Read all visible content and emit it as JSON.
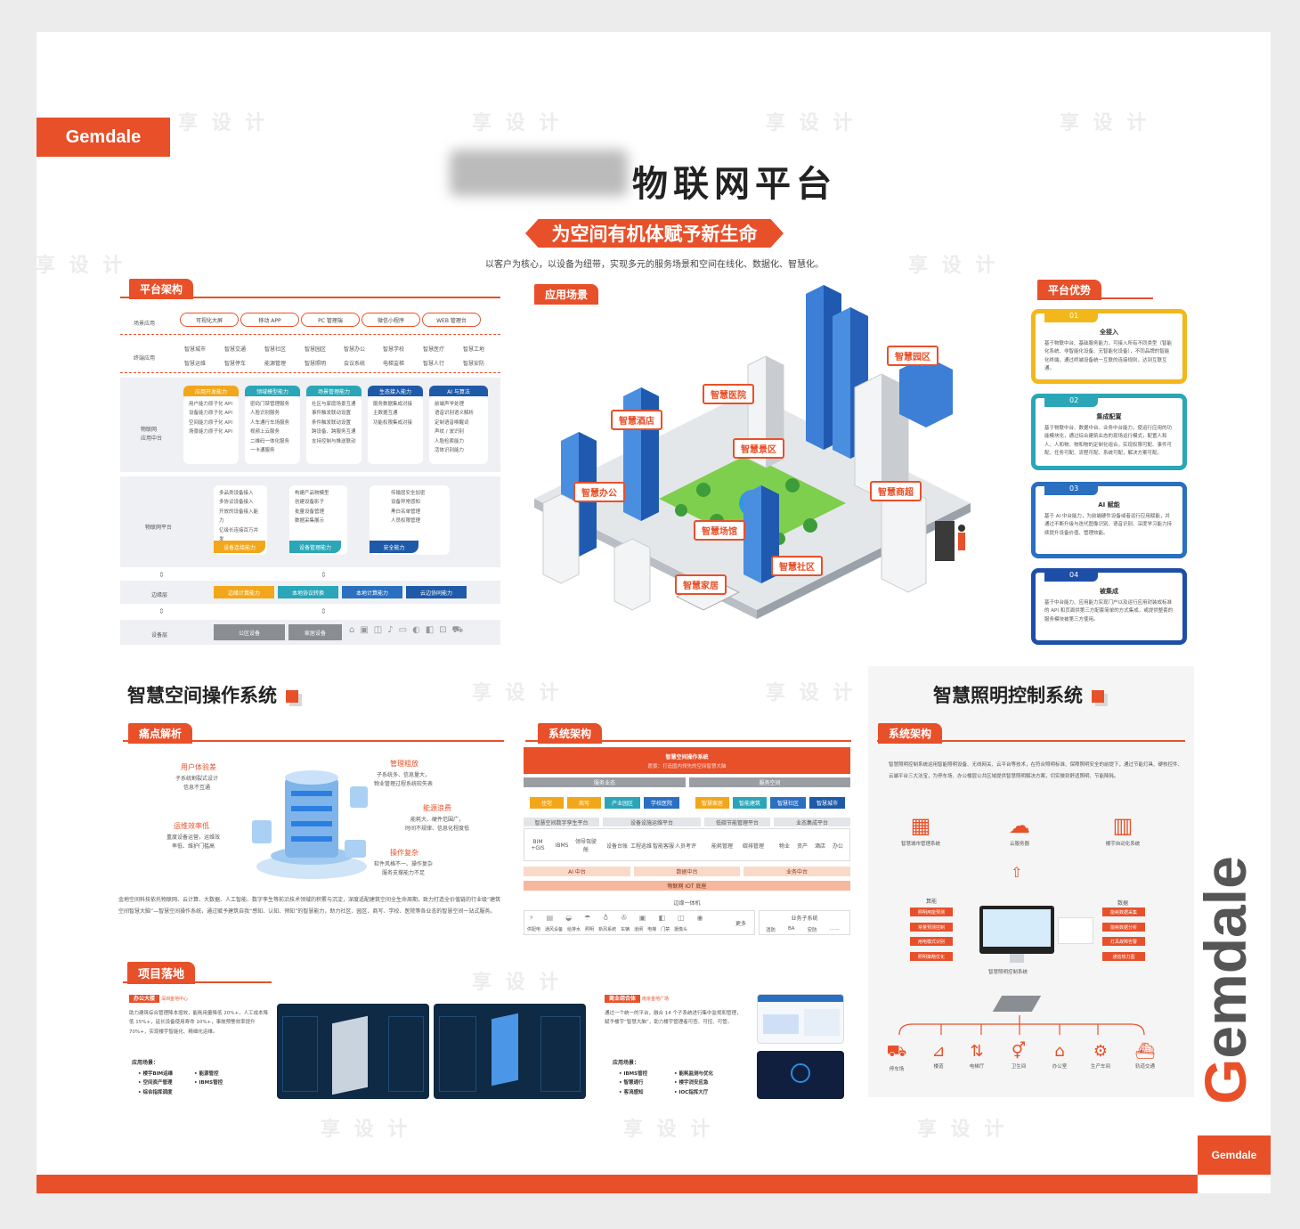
{
  "brand": "Gemdale",
  "title": "物联网平台",
  "ribbon": "为空间有机体赋予新生命",
  "subtitle": "以客户为核心，以设备为纽带，实现多元的服务场景和空间在线化、数据化、智慧化。",
  "arch": {
    "tag": "平台架构",
    "row1_label": "场景应用",
    "row1": [
      "可视化大屏",
      "移动 APP",
      "PC 管理端",
      "微信小程序",
      "WEB 管理台"
    ],
    "row2_label": "终端应用",
    "row2a": [
      "智慧城市",
      "智慧交通",
      "智慧社区",
      "智慧园区",
      "智慧办公",
      "智慧学校",
      "智慧医疗",
      "智慧工地"
    ],
    "row2b": [
      "智慧运维",
      "智慧停车",
      "能源管理",
      "智慧照明",
      "会议系统",
      "电梯监梯",
      "智慧人行",
      "智慧安防"
    ],
    "mid_label": "物联网\n应用中台",
    "cards": [
      {
        "h": "应用开发能力",
        "c": "#f2a71b",
        "t": [
          "用户能力原子化 API",
          "设备能力原子化 API",
          "空间能力原子化 API",
          "场景能力原子化 API"
        ]
      },
      {
        "h": "领域模型能力",
        "c": "#2aa6b8",
        "t": [
          "密码门禁管理服务",
          "人脸识别服务",
          "人车通行车场服务",
          "视频上云服务",
          "二维码一体化服务",
          "一卡通服务"
        ]
      },
      {
        "h": "场景管理能力",
        "c": "#2aa6b8",
        "t": [
          "社区与家庭场景互通",
          "事件触发联动设置",
          "条件触发联动设置",
          "跨设备、跨服务互通",
          "支持控制与推送联动"
        ]
      },
      {
        "h": "生态接入能力",
        "c": "#1e5aa8",
        "t": [
          "服务数据集成对接",
          "主数据互通",
          "功能权限集成对接"
        ]
      },
      {
        "h": "AI 与算法",
        "c": "#1e5aa8",
        "t": [
          "前端声学处理",
          "语音识别语义解析",
          "定制语音唤醒词",
          "声纹 / 波识别",
          "人脸检索能力",
          "活体识别能力"
        ]
      }
    ],
    "iot_label": "物联网平台",
    "iot": [
      {
        "t": [
          "多品类设备接入",
          "多协议设备接入",
          "开放的设备接入能力",
          "亿级长连接百万并发"
        ],
        "chip": "设备连接能力",
        "c": "#f2a71b"
      },
      {
        "t": [
          "构建产品物模型",
          "创建设备影子",
          "批量设备管理",
          "数据采集展示"
        ],
        "chip": "设备管理能力",
        "c": "#2aa6b8"
      },
      {
        "t": [
          "传输层安全加密",
          "设备异常感知",
          "黑白名单管理",
          "人员权限管理"
        ],
        "chip": "安全能力",
        "c": "#1e5aa8"
      }
    ],
    "edge_label": "边缘层",
    "edge": [
      "边缘计算能力",
      "本地协议转换",
      "本地计算能力",
      "云边协同能力"
    ],
    "dev_label": "设备层",
    "dev": [
      "公区设备",
      "家居设备"
    ]
  },
  "scene": {
    "tag": "应用场景",
    "labels": [
      "智慧园区",
      "智慧医院",
      "智慧酒店",
      "智慧景区",
      "智慧办公",
      "智慧商超",
      "智慧场馆",
      "智慧社区",
      "智慧家居"
    ]
  },
  "adv": {
    "tag": "平台优势",
    "items": [
      {
        "n": "01",
        "c": "#f2b81b",
        "h": "全接入",
        "t": "基于物联中台、基础服务能力，可接入所有不同类型（智能化系统、非智能化设备、无智能化设备），不同品牌的智能化终端，通过终端设备统一互联的连接规则，达到互联互通。"
      },
      {
        "n": "02",
        "c": "#2aa6b8",
        "h": "集成配置",
        "t": "基于物联中台、数据中台、业务中台能力，使运行应用的功能模块化，通过综合建筑业态的现场运行模式，配置人和人、人和物、物和物的定制化组合。实现权限可配、事件可配、任务可配、流程可配、系统可配，解决方案可配。"
      },
      {
        "n": "03",
        "c": "#2a6fc0",
        "h": "AI 赋能",
        "t": "基于 AI 中台能力，为前端硬件设备或者运行应用赋能，并通过不断升级与迭代图像识别、语音识别、深度学习能力持续提升设备价值、管理效能。"
      },
      {
        "n": "04",
        "c": "#1e4fa8",
        "h": "被集成",
        "t": "基于中台能力、应用能力实现门户以及运行应用封装成标准的 API 和页面供第三方配套简单的方式集成，或提供整套的服务模块被第三方使用。"
      }
    ]
  },
  "os": {
    "title": "智慧空间操作系统",
    "pain_tag": "痛点解析",
    "pains": [
      {
        "h": "用户体验差",
        "t": "子系统割裂式设计\n信息不互通"
      },
      {
        "h": "管理粗放",
        "t": "子系统多、信息量大，\n物业管理过程系统较失表"
      },
      {
        "h": "运维效率低",
        "t": "重度设备运营，运维效\n率低、维护门槛高"
      },
      {
        "h": "能源浪费",
        "t": "能耗大、硬件范围广，\n时间不规律、信息化程度低"
      },
      {
        "h": "操作复杂",
        "t": "软件风格不一、操作复杂\n服务支撑能力不足"
      }
    ],
    "para": "金地空间科技依托物联网、云计算、大数据、人工智能、数字孪生等前沿技术领域的积累与沉淀，深度适配建筑空间全生命周期，致力打造全价值链的行业级“建筑空间智慧大脑”—智慧空间操作系统，通过赋予建筑自我“感知、认知、预知”的智慧能力，助力社区、园区、商写、学校、医院等各业态的智慧空间一站式服务。",
    "sa_tag": "系统架构",
    "sa": {
      "top": "智慧空间操作系统",
      "top_sub": "愿景：打造国内领先的空间智慧大脑",
      "svc": "服务业态",
      "svc2": "服务空间",
      "svc_items": [
        "住宅",
        "商写",
        "产业园区",
        "学校医院"
      ],
      "svc2_items": [
        "智慧家居",
        "智能建筑",
        "智慧社区",
        "智慧城市"
      ],
      "m1": "智慧空间数字孪生平台",
      "m2": "设备设施运维平台",
      "m3": "低碳节能管理平台",
      "m4": "业态集成平台",
      "m1i": [
        "BIM +GIS",
        "IBMS",
        "领导驾驶舱"
      ],
      "m2i": [
        "设备台账",
        "工程巡维",
        "智能客服",
        "人员考评"
      ],
      "m3i": [
        "能耗管理",
        "碳排管理"
      ],
      "m4i": [
        "物业",
        "资产",
        "酒店",
        "办公"
      ],
      "ai": "AI 中台",
      "dc": "数据中台",
      "bc": "业务中台",
      "iot": "物联网 IOT 底座",
      "edge": "边缘一体机",
      "devs": [
        "供配电",
        "通风设备",
        "给排水",
        "照明",
        "新风系统",
        "车辆",
        "道闸",
        "电梯",
        "门禁",
        "摄像头"
      ],
      "more": "更多",
      "biz": "业务子系统",
      "biz_items": [
        "消防",
        "BA",
        "安防",
        "……"
      ]
    },
    "proj_tag": "项目落地",
    "p1": {
      "tag": "办公大楼",
      "tagsub": "深圳金地中心",
      "t": "助力建筑综合管理降本增效，能耗用量降低 20%+，人工成本降低 15%+，延长设备使用寿命 10%+，事故预警效率提升 70%+，实现楼宇智能化、精细化运维。",
      "lbl": "应用场景：",
      "list": [
        "楼宇BIM运维",
        "空间资产管理",
        "综合指挥调度",
        "能源管控",
        "IBMS管控"
      ]
    },
    "p2": {
      "tag": "商业综合体",
      "tagsub": "南京金地广场",
      "t": "通过一个统一的平台，融合 14 个子系统进行集中监视和管理，赋予楼宇“智慧大脑”，助力楼宇管理者可查、可控、可管。",
      "lbl": "应用场景：",
      "list": [
        "IBMS管控",
        "智慧通行",
        "客流感知",
        "能耗监测与优化",
        "楼宇消安应急",
        "IOC指挥大厅"
      ]
    }
  },
  "light": {
    "title": "智慧照明控制系统",
    "tag": "系统架构",
    "para": "智慧照明控制系统运用智能照明设备、无线网关、云平台等技术，在符合照明标准、保障照明安全的前提下，通过节能灯具、硬核控件、云端平台三大法宝，为停车场、办公楼层公共区域提供智慧照明解决方案，切实做到舒适照明、节能降耗。",
    "top": [
      "智慧城市管理系统",
      "云服务器",
      "楼宇自动化系统"
    ],
    "left_h": "算能",
    "left": [
      "照明用能预测",
      "常量预测控制",
      "用电模式识别",
      "照明策略优化"
    ],
    "right_h": "数据",
    "right": [
      "能耗数据采集",
      "能耗数据分析",
      "灯具故障告警",
      "通信热力图"
    ],
    "center": "智慧照明控制系统",
    "icons": [
      "停车场",
      "楼道",
      "电梯厅",
      "卫生间",
      "办公室",
      "生产车间",
      "轨道交通"
    ]
  }
}
